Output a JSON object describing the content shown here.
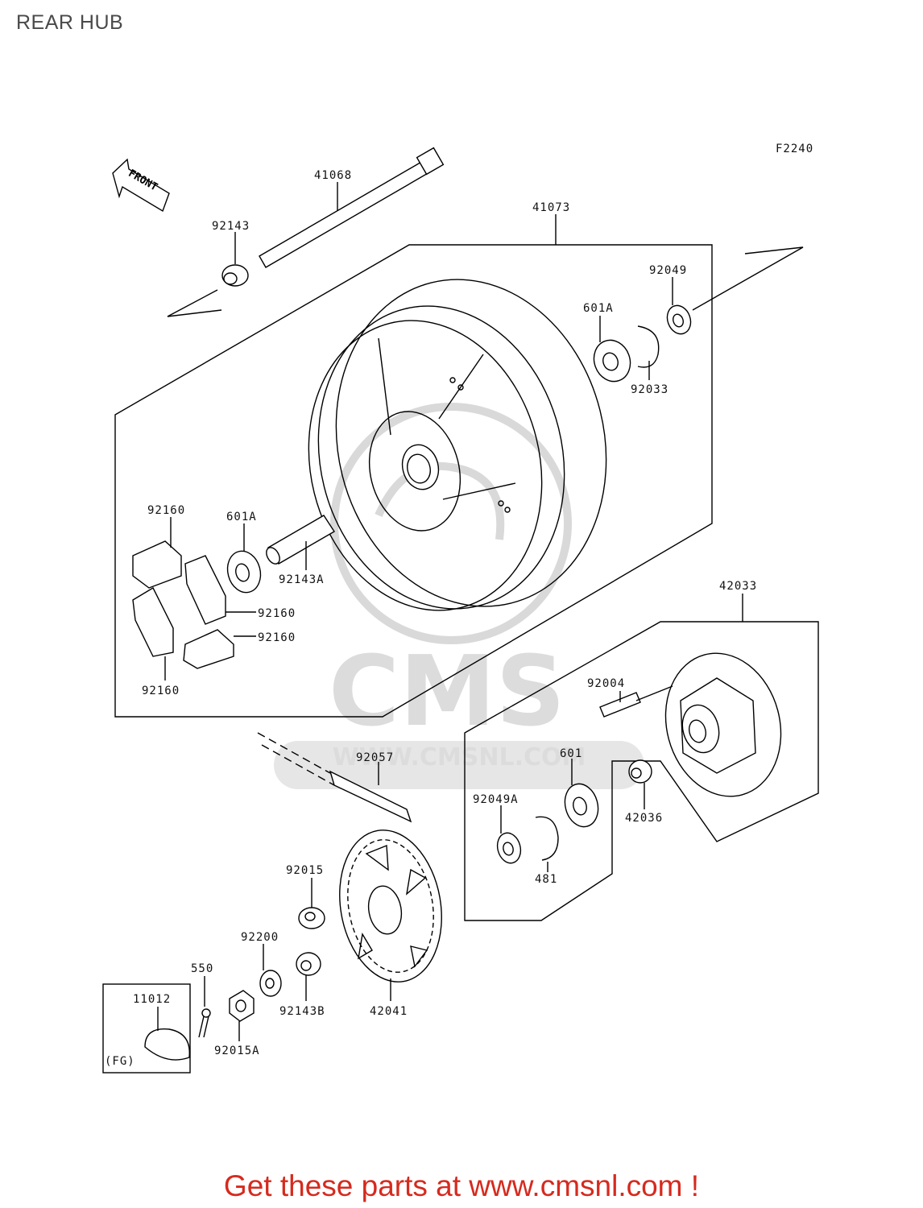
{
  "page_title": "REAR HUB",
  "figure_code": "F2240",
  "front_arrow_label": "FRONT",
  "watermark": {
    "logo_text": "CMS",
    "url_text": "WWW.CMSNL.COM"
  },
  "cta_text": "Get these parts at www.cmsnl.com !",
  "part_labels": [
    {
      "id": "41068",
      "text": "41068"
    },
    {
      "id": "92143",
      "text": "92143"
    },
    {
      "id": "41073",
      "text": "41073"
    },
    {
      "id": "92049",
      "text": "92049"
    },
    {
      "id": "601A-top",
      "text": "601A"
    },
    {
      "id": "92033",
      "text": "92033"
    },
    {
      "id": "92160-a",
      "text": "92160"
    },
    {
      "id": "601A-mid",
      "text": "601A"
    },
    {
      "id": "92143A",
      "text": "92143A"
    },
    {
      "id": "92160-b",
      "text": "92160"
    },
    {
      "id": "92160-c",
      "text": "92160"
    },
    {
      "id": "92160-d",
      "text": "92160"
    },
    {
      "id": "42033",
      "text": "42033"
    },
    {
      "id": "92004",
      "text": "92004"
    },
    {
      "id": "92057",
      "text": "92057"
    },
    {
      "id": "601",
      "text": "601"
    },
    {
      "id": "92049A",
      "text": "92049A"
    },
    {
      "id": "42036",
      "text": "42036"
    },
    {
      "id": "481",
      "text": "481"
    },
    {
      "id": "92015",
      "text": "92015"
    },
    {
      "id": "92200",
      "text": "92200"
    },
    {
      "id": "550",
      "text": "550"
    },
    {
      "id": "11012",
      "text": "11012"
    },
    {
      "id": "FG",
      "text": "(FG)"
    },
    {
      "id": "92143B",
      "text": "92143B"
    },
    {
      "id": "42041",
      "text": "42041"
    },
    {
      "id": "92015A",
      "text": "92015A"
    }
  ]
}
